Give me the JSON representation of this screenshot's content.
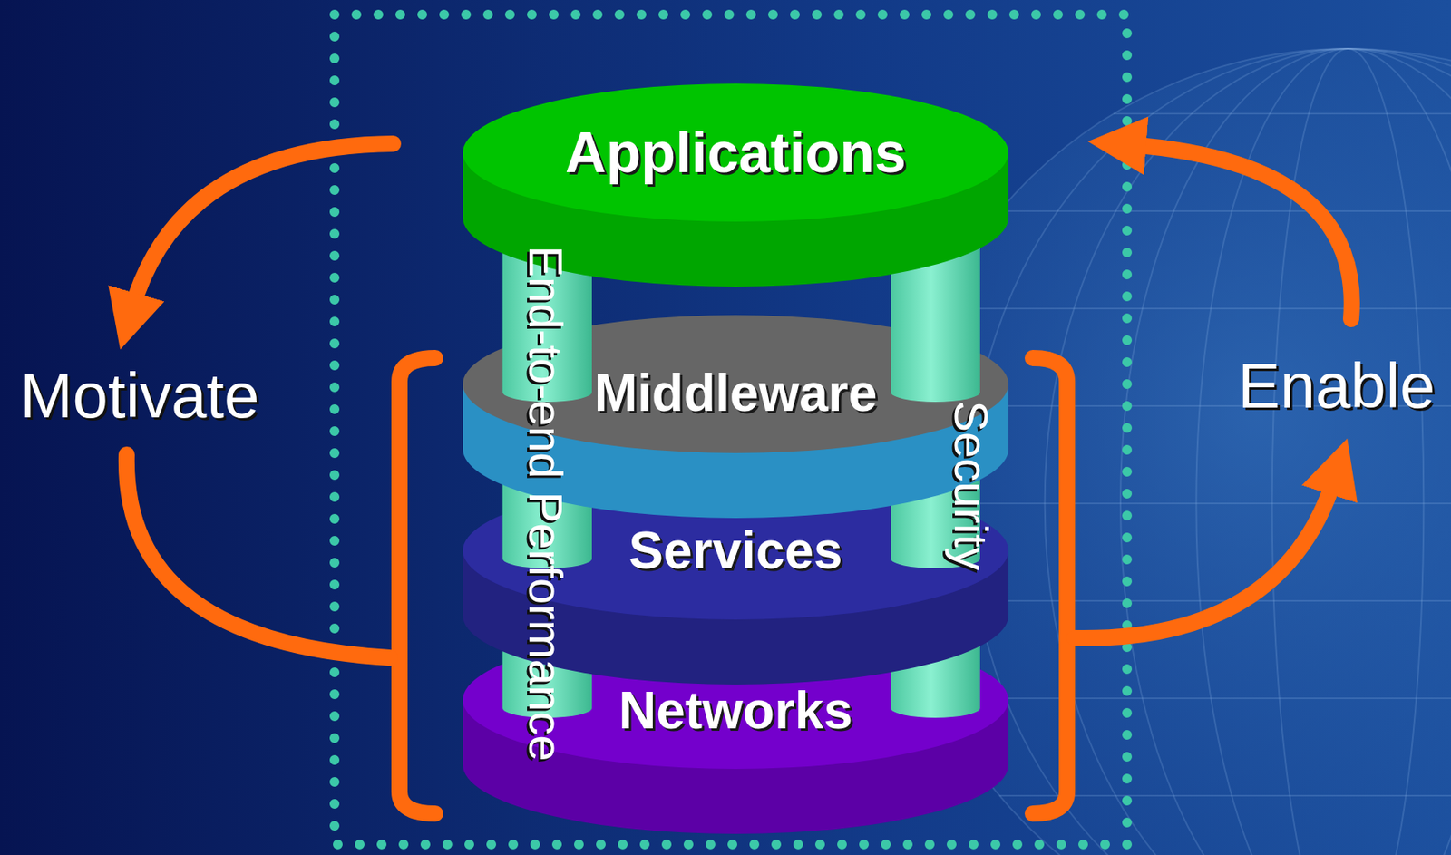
{
  "diagram": {
    "nodes": [
      {
        "text": [
          "Applications"
        ]
      },
      {
        "text": [
          "Middleware"
        ]
      },
      {
        "text": [
          "Services"
        ]
      },
      {
        "text": [
          "Networks"
        ]
      }
    ],
    "labels": [
      "End-to-end Performance",
      "Security",
      "Motivate",
      "Enable"
    ]
  }
}
